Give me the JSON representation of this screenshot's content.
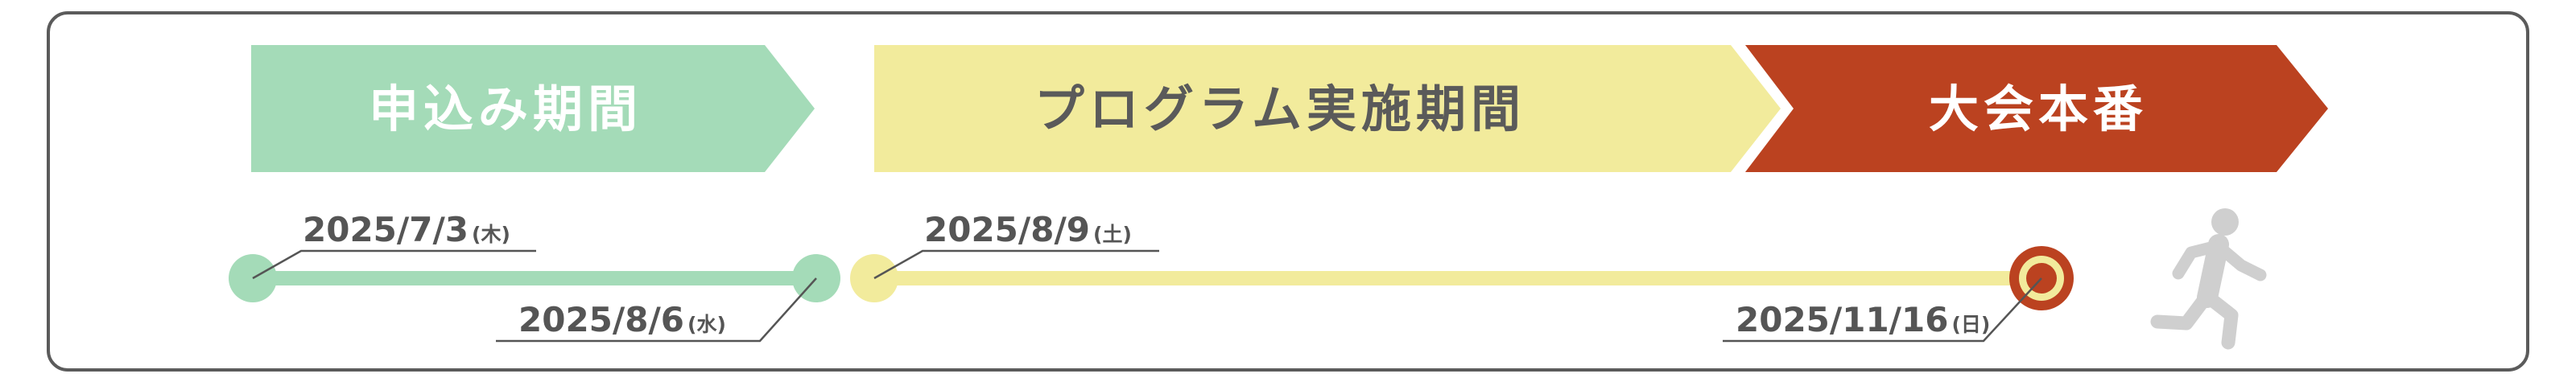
{
  "colors": {
    "frame": "#5b5b5b",
    "application_green": "#a4dbb8",
    "program_yellow": "#f2eb9c",
    "tournament_red": "#bb4220",
    "date_text": "#555555",
    "phase_text_dark": "#5a5a5a",
    "phase_text_light": "#ffffff",
    "runner_icon": "#cfcfcf"
  },
  "phases": {
    "application": {
      "label": "申込み期間"
    },
    "program": {
      "label": "プログラム実施期間"
    },
    "tournament": {
      "label": "大会本番"
    }
  },
  "dates": {
    "application_start": {
      "date": "2025/7/3",
      "weekday": "(木)"
    },
    "application_end": {
      "date": "2025/8/6",
      "weekday": "(水)"
    },
    "program_start": {
      "date": "2025/8/9",
      "weekday": "(土)"
    },
    "tournament_day": {
      "date": "2025/11/16",
      "weekday": "(日)"
    }
  },
  "icons": {
    "runner": "running-person-icon",
    "tournament_marker": "target-marker-icon"
  }
}
